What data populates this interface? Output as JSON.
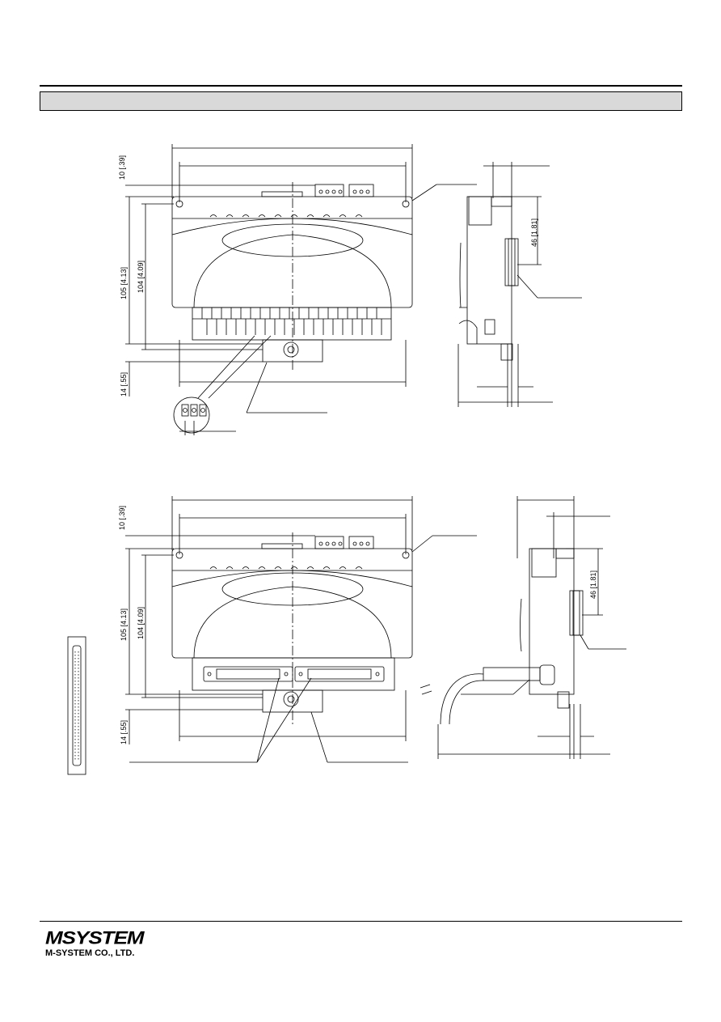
{
  "dimensions": {
    "d10": "10 [.39]",
    "d105": "105 [4.13]",
    "d104": "104 [4.09]",
    "d14": "14 [.55]",
    "d46": "46 [1.81]"
  },
  "footer": {
    "logo_word": "MSYSTEM",
    "company": "M-SYSTEM CO., LTD."
  }
}
